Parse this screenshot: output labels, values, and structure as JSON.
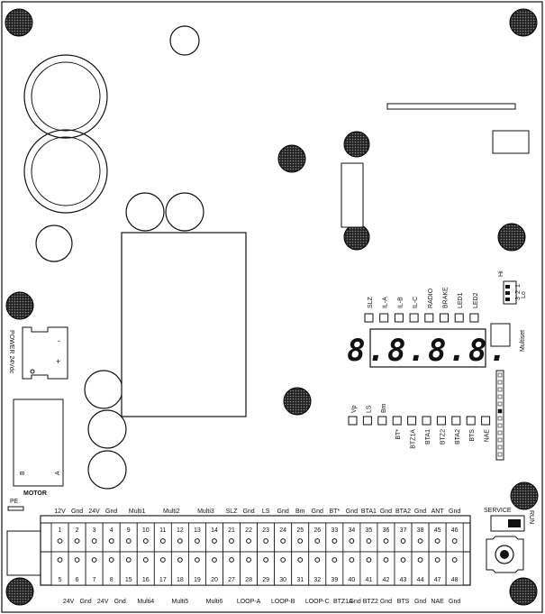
{
  "board": {
    "power_label": "POWER 24Vdc",
    "motor_label": "MOTOR",
    "motor_terminals": [
      "B",
      "A"
    ],
    "pe_label": "PE",
    "service_label": "SERVICE",
    "run_label": "RUN",
    "multiset_label": "Multiset",
    "display_text": "8.8.8.8.",
    "dip": {
      "hi": "Hi",
      "lo": "Lo",
      "numbers": [
        "1",
        "2",
        "3"
      ]
    }
  },
  "status_leds": [
    "SLZ",
    "IL-A",
    "IL-B",
    "IL-C",
    "RADIO",
    "BRAKE",
    "LED1",
    "LED2"
  ],
  "input_leds": [
    "Vp",
    "LS",
    "Bm",
    "BT*",
    "BTZ1A",
    "BTA1",
    "BTZ2",
    "BTA2",
    "BTS",
    "NAE"
  ],
  "top_row": {
    "labels": [
      "12V",
      "Gnd",
      "24V",
      "Gnd",
      "Multi1",
      "Multi2",
      "Multi3",
      "SLZ",
      "Gnd",
      "LS",
      "Gnd",
      "Bm",
      "Gnd",
      "BT*",
      "Gnd",
      "BTA1",
      "Gnd",
      "BTA2",
      "Gnd",
      "ANT",
      "Gnd"
    ],
    "numbers": [
      "1",
      "2",
      "3",
      "4",
      "9",
      "10",
      "11",
      "12",
      "13",
      "14",
      "21",
      "22",
      "23",
      "24",
      "25",
      "26",
      "33",
      "34",
      "35",
      "36",
      "37",
      "38",
      "45",
      "46"
    ]
  },
  "bottom_row": {
    "numbers": [
      "5",
      "6",
      "7",
      "8",
      "15",
      "16",
      "17",
      "18",
      "19",
      "20",
      "27",
      "28",
      "29",
      "30",
      "31",
      "32",
      "39",
      "40",
      "41",
      "42",
      "43",
      "44",
      "47",
      "48"
    ],
    "labels": [
      "24V",
      "Gnd",
      "24V",
      "Gnd",
      "Multi4",
      "Multi5",
      "Multi6",
      "LOOP-A",
      "LOOP-B",
      "LOOP-C",
      "BTZ1A",
      "Gnd",
      "BTZ2",
      "Gnd",
      "BTS",
      "Gnd",
      "NAE",
      "Gnd"
    ]
  }
}
